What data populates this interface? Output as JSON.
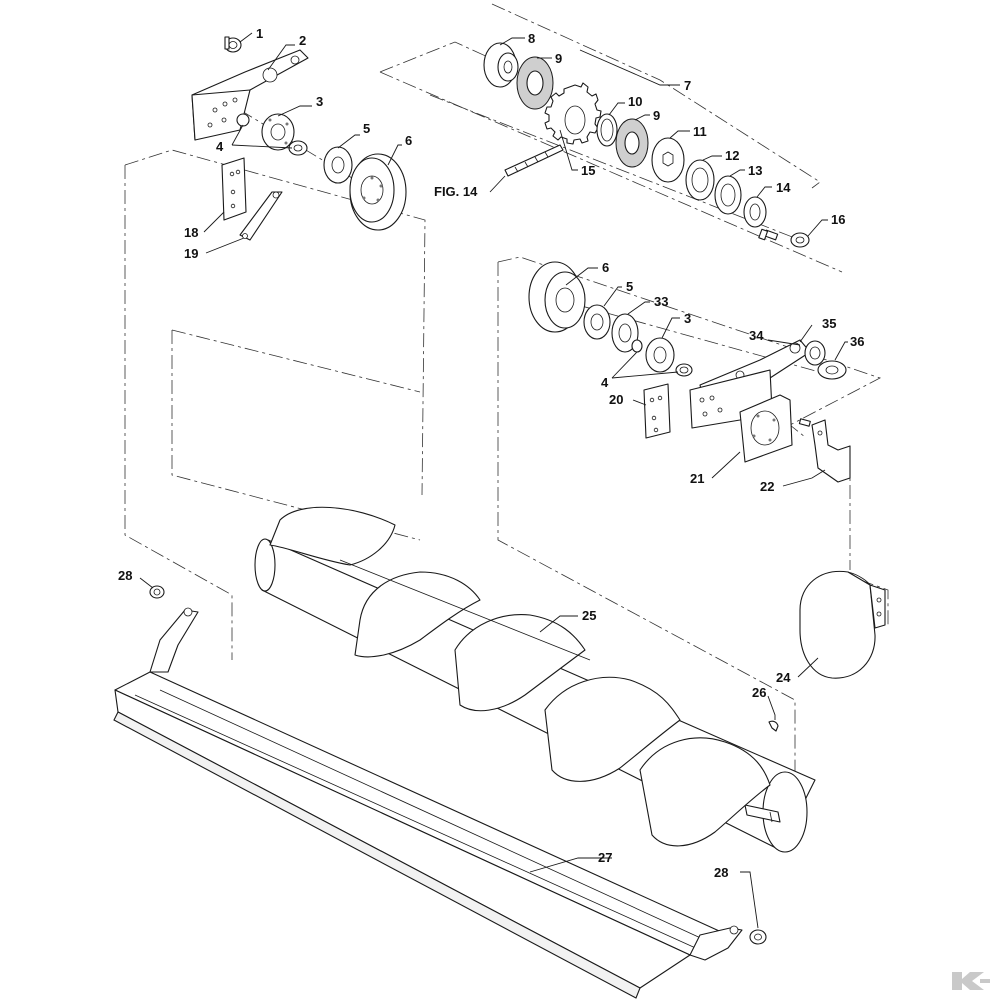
{
  "figure": {
    "figure_ref_label": "FIG. 14",
    "callouts": {
      "c1": "1",
      "c2": "2",
      "c3a": "3",
      "c3b": "3",
      "c4a": "4",
      "c4b": "4",
      "c5a": "5",
      "c5b": "5",
      "c6a": "6",
      "c6b": "6",
      "c7": "7",
      "c8": "8",
      "c9a": "9",
      "c9b": "9",
      "c10": "10",
      "c11": "11",
      "c12": "12",
      "c13": "13",
      "c14": "14",
      "c15": "15",
      "c16": "16",
      "c18": "18",
      "c19": "19",
      "c20": "20",
      "c21": "21",
      "c22": "22",
      "c24": "24",
      "c25": "25",
      "c26": "26",
      "c27": "27",
      "c28a": "28",
      "c28b": "28",
      "c33": "33",
      "c34": "34",
      "c35": "35",
      "c36": "36"
    }
  },
  "brand": {
    "logo_icon": "kramp-k-logo-icon",
    "color": "#c9c9c9"
  }
}
